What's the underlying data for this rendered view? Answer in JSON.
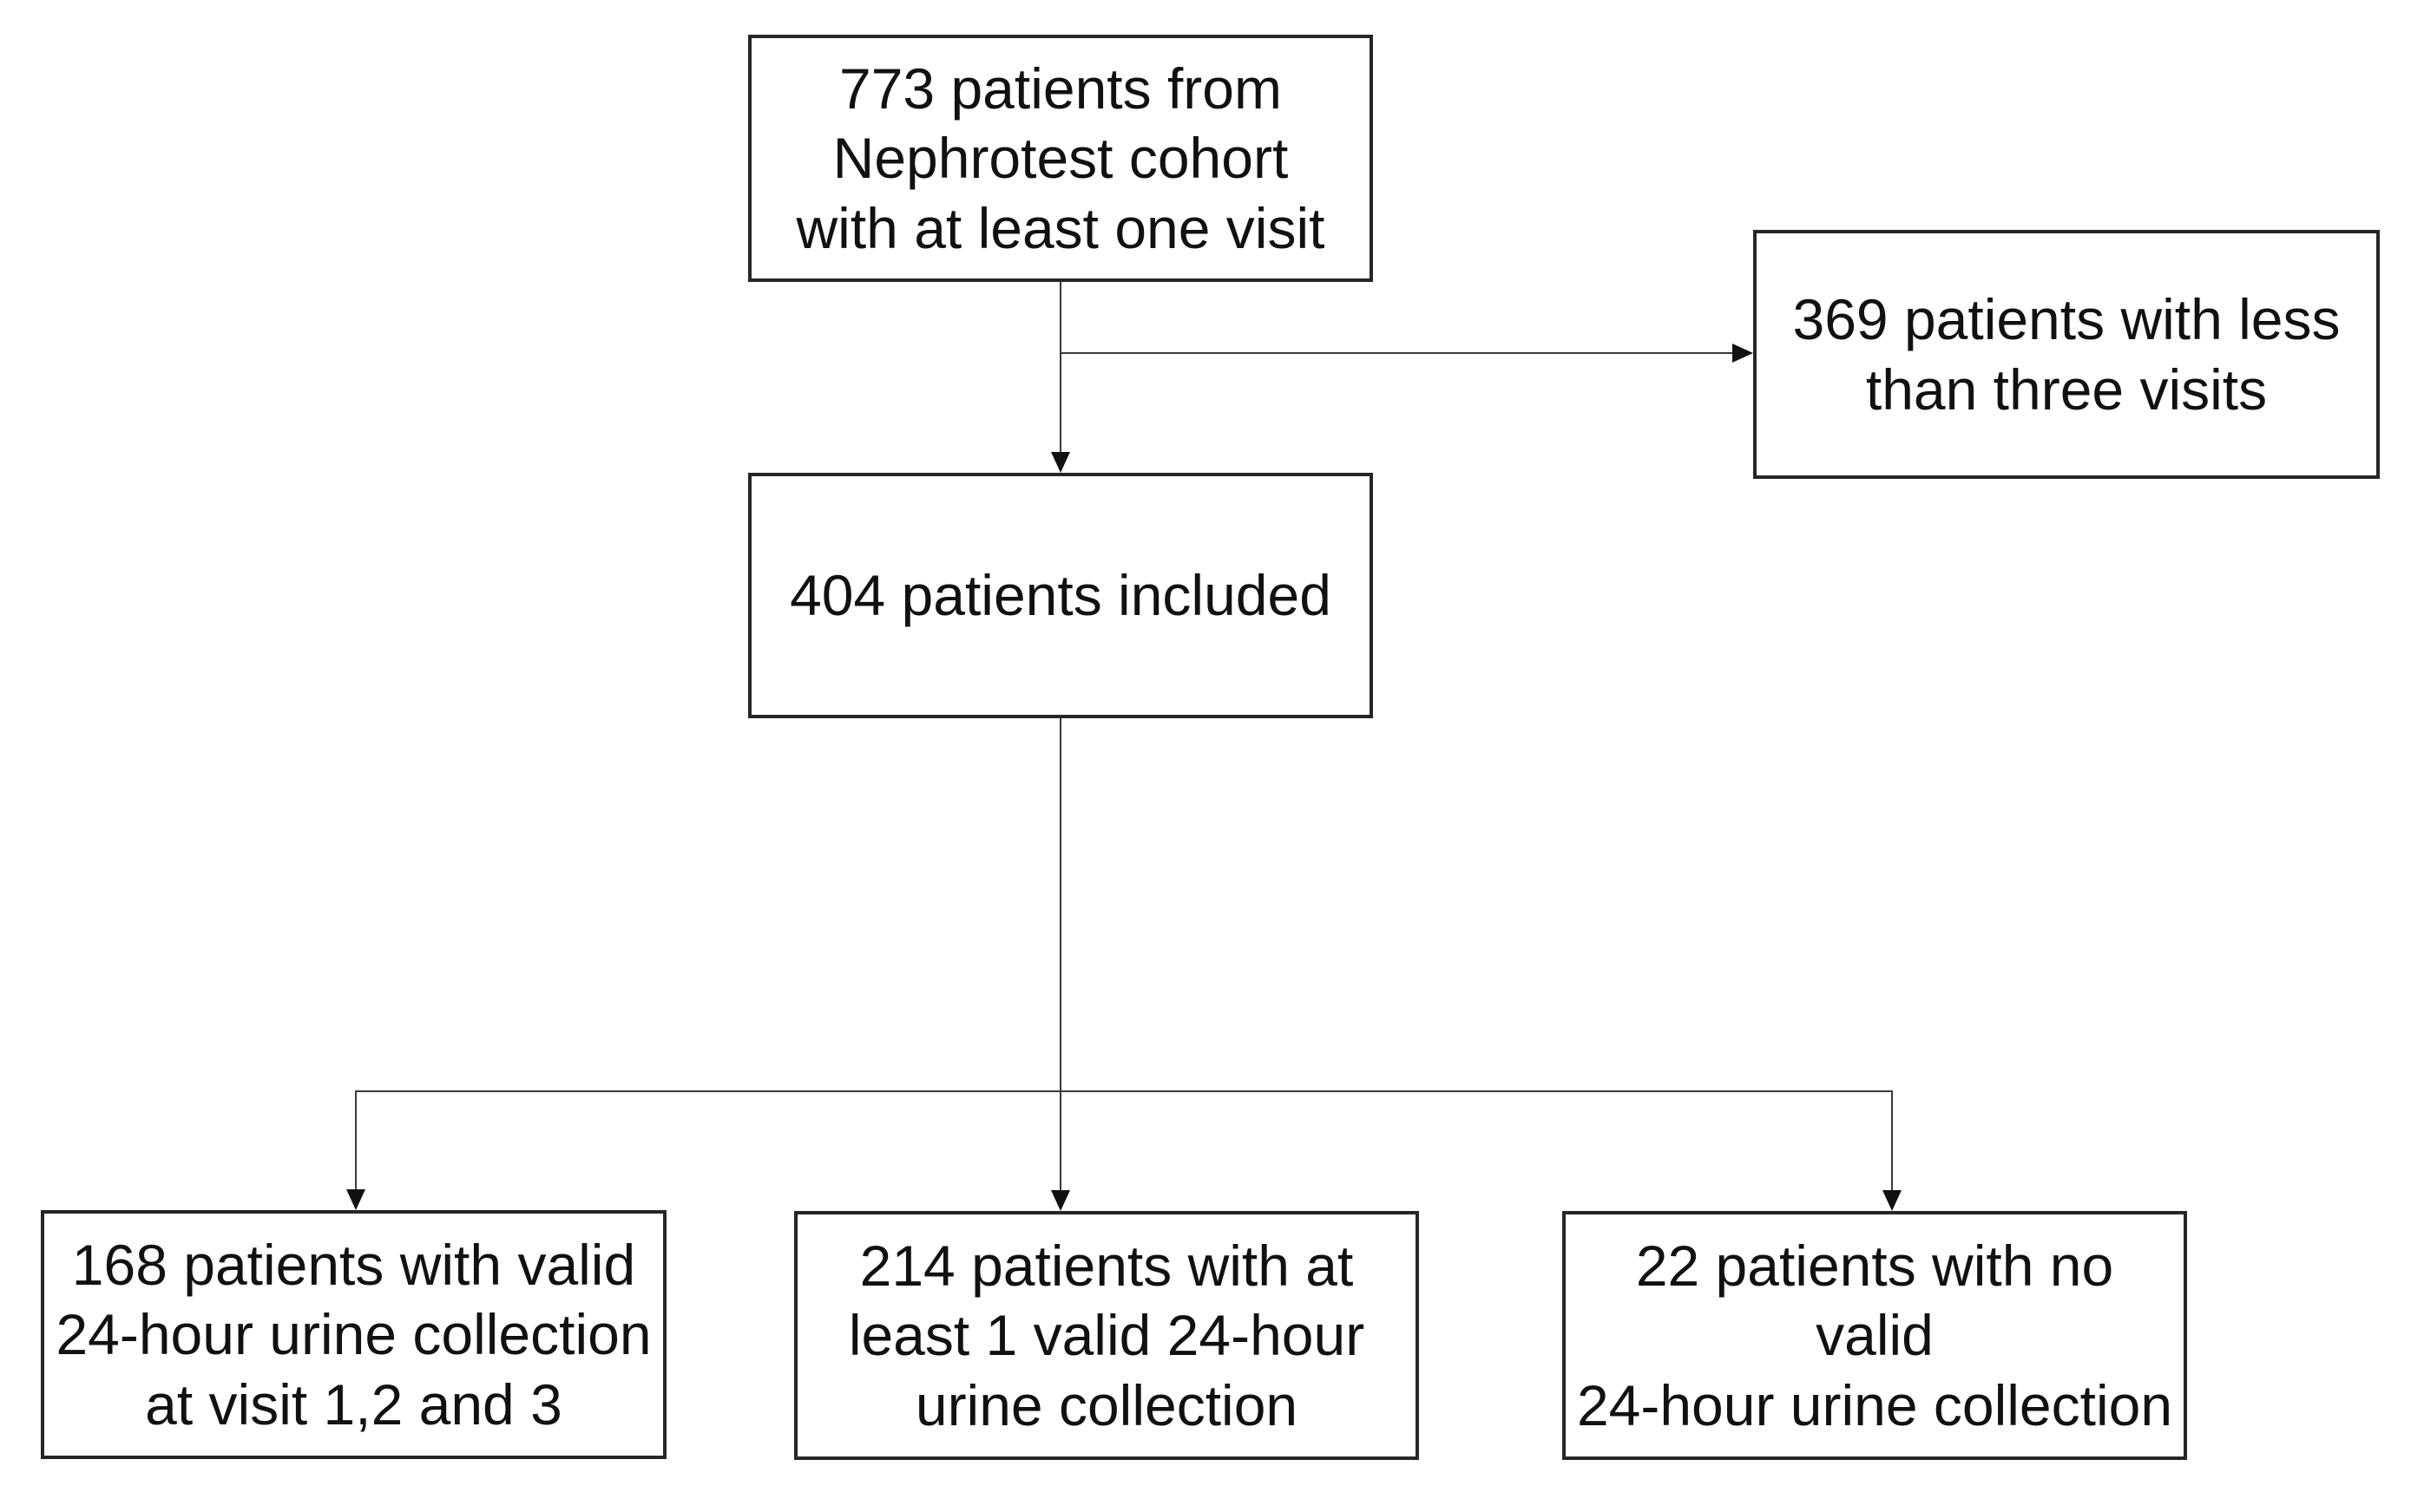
{
  "diagram": {
    "type": "flowchart",
    "boxes": {
      "cohort": "773 patients from\nNephrotest cohort\nwith at least one visit",
      "excluded": "369 patients with less\nthan three visits",
      "included": "404 patients included",
      "valid_all": "168 patients with valid\n24-hour urine collection\nat visit 1,2 and 3",
      "valid_some": "214 patients with at\nleast 1 valid 24-hour\nurine collection",
      "valid_none": "22 patients with no valid\n24-hour urine collection"
    },
    "edges": [
      {
        "from": "cohort",
        "to": "excluded"
      },
      {
        "from": "cohort",
        "to": "included"
      },
      {
        "from": "included",
        "to": "valid_all"
      },
      {
        "from": "included",
        "to": "valid_some"
      },
      {
        "from": "included",
        "to": "valid_none"
      }
    ],
    "colors": {
      "background": "#ffffff",
      "box_border": "#262626",
      "connector": "#3a3a3a",
      "text": "#111111"
    }
  }
}
